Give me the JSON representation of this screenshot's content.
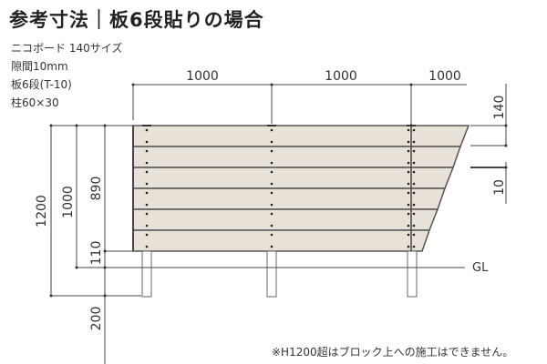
{
  "title": "参考寸法｜板6段貼りの場合",
  "specs": {
    "board": "ニコボード 140サイズ",
    "gap": "隙間10mm",
    "stages": "板6段(T-10)",
    "post": "柱60×30"
  },
  "dimensions": {
    "span1": "1000",
    "span2": "1000",
    "span3": "1000",
    "board_height": "140",
    "gap": "10",
    "total_height": "1200",
    "above_ground": "1000",
    "board_area": "890",
    "bottom_clearance": "110",
    "embedded": "200",
    "ground_label": "GL"
  },
  "note": "※H1200超はブロック上への施工はできません。",
  "colors": {
    "board_fill": "#e8e1d7",
    "line": "#444444"
  }
}
